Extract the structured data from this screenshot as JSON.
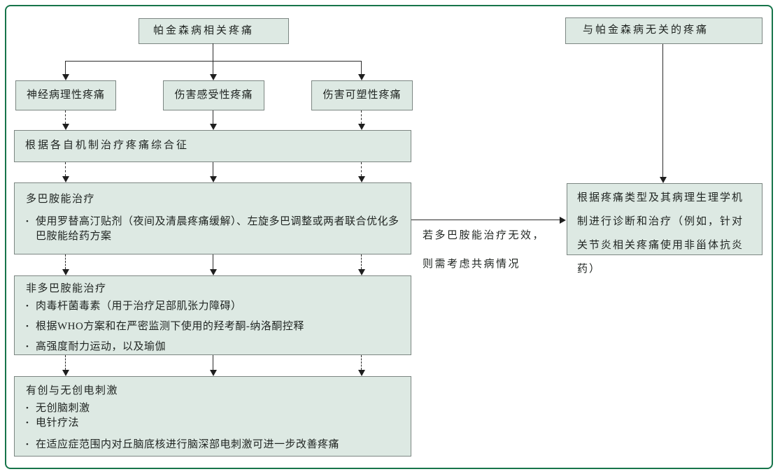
{
  "figure": {
    "type": "flowchart",
    "language": "zh-CN"
  },
  "colors": {
    "frame_border": "#16744a",
    "node_fill": "#dde9e3",
    "node_border": "#7c8682",
    "connector_line": "#2b2b2b"
  },
  "nodes": {
    "pd_related_pain": {
      "label": "帕金森病相关疼痛"
    },
    "non_pd_pain": {
      "label": "与帕金森病无关的疼痛"
    },
    "neuropathic_pain": {
      "label": "神经病理性疼痛"
    },
    "nociceptive_pain": {
      "label": "伤害感受性疼痛"
    },
    "nociplastic_pain": {
      "label": "伤害可塑性疼痛"
    },
    "treat_by_mechanism": {
      "label": "根据各自机制治疗疼痛综合征"
    },
    "dopaminergic_therapy": {
      "title": "多巴胺能治疗",
      "bullets": [
        "使用罗替高汀贴剂（夜间及清晨疼痛缓解）、左旋多巴调整或两者联合优化多巴胺能给药方案"
      ]
    },
    "non_dopaminergic_therapy": {
      "title": "非多巴胺能治疗",
      "bullets": [
        "肉毒杆菌毒素（用于治疗足部肌张力障碍）",
        "根据WHO方案和在严密监测下使用的羟考酮-纳洛酮控释",
        "高强度耐力运动，以及瑜伽"
      ]
    },
    "electrical_stimulation": {
      "title": "有创与无创电刺激",
      "bullets": [
        "无创脑刺激",
        "电针疗法",
        "在适应症范围内对丘脑底核进行脑深部电刺激可进一步改善疼痛"
      ]
    },
    "diagnose_by_pain_type": {
      "label": "根据疼痛类型及其病理生理学机制进行诊断和治疗（例如，针对关节炎相关疼痛使用非甾体抗炎药）"
    }
  },
  "annotations": {
    "dopaminergic_ineffective": {
      "line1": "若多巴胺能治疗无效，",
      "line2": "则需考虑共病情况"
    }
  }
}
